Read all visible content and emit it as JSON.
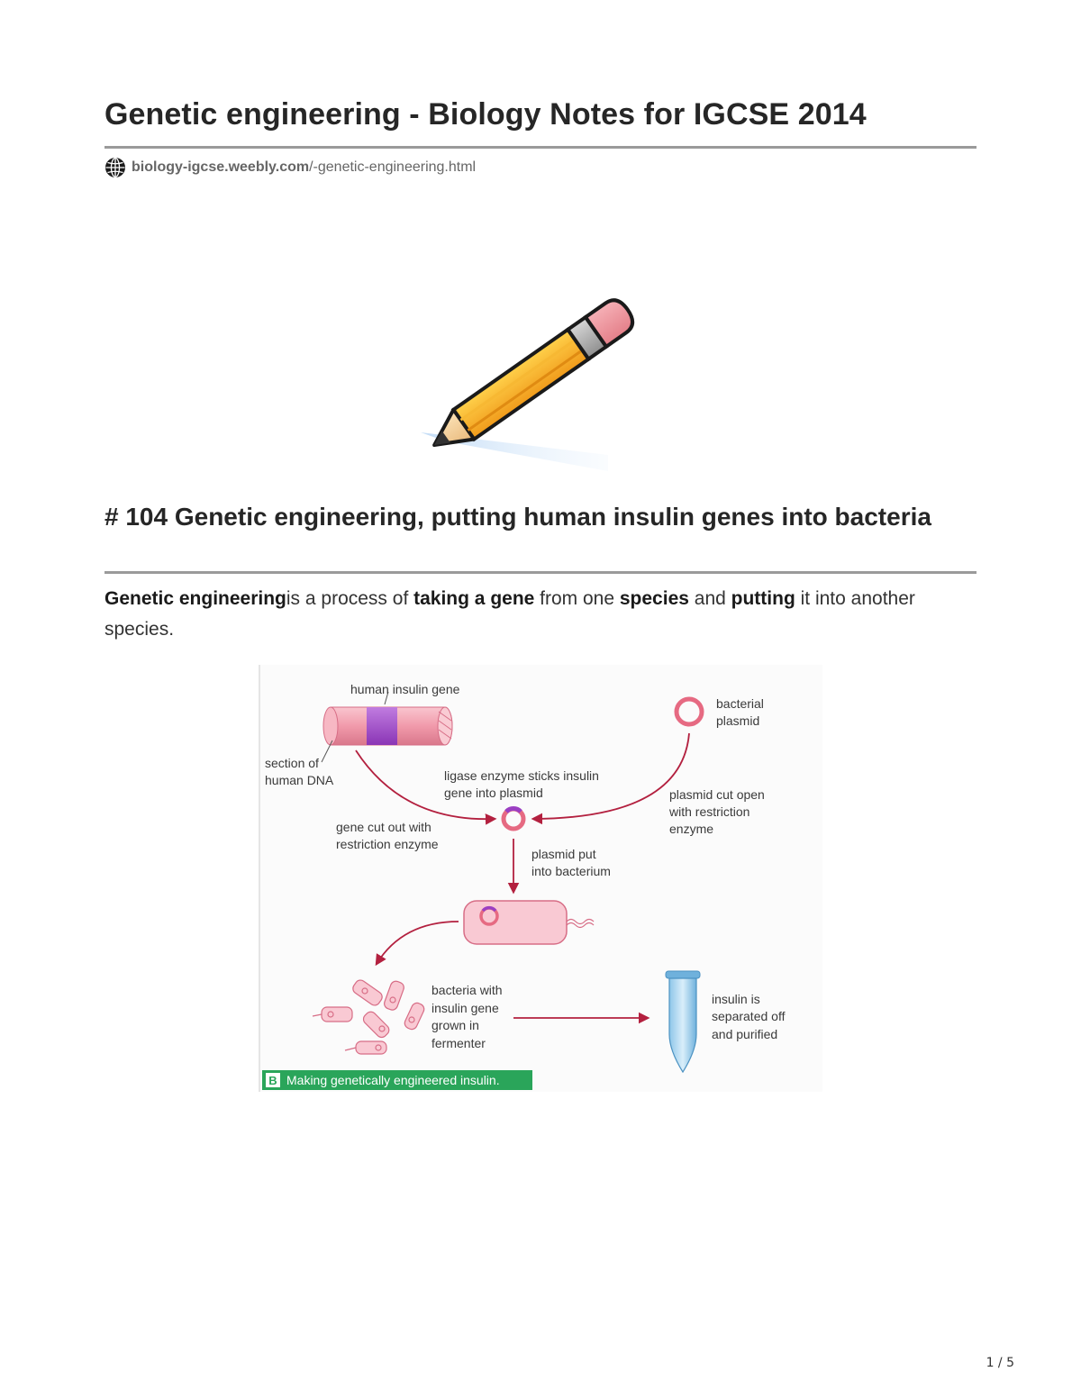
{
  "title": "Genetic engineering - Biology Notes for IGCSE 2014",
  "source": {
    "icon": "globe-icon",
    "domain": "biology-igcse.weebly.com",
    "path": "/-genetic-engineering.html"
  },
  "section": {
    "heading": "# 104 Genetic engineering, putting human insulin genes into bacteria"
  },
  "paragraph": {
    "parts": [
      {
        "text": "Genetic engineering",
        "bold": true
      },
      {
        "text": "is a process of ",
        "bold": false
      },
      {
        "text": "taking a gene",
        "bold": true
      },
      {
        "text": " from one ",
        "bold": false
      },
      {
        "text": "species",
        "bold": true
      },
      {
        "text": " and ",
        "bold": false
      },
      {
        "text": "putting",
        "bold": true
      },
      {
        "text": " it into another species.",
        "bold": false
      }
    ]
  },
  "figure": {
    "labels": {
      "human_insulin_gene": "human insulin gene",
      "section_of_dna_1": "section of",
      "section_of_dna_2": "human DNA",
      "bacterial_plasmid_1": "bacterial",
      "bacterial_plasmid_2": "plasmid",
      "ligase_1": "ligase enzyme sticks insulin",
      "ligase_2": "gene into plasmid",
      "plasmid_cut_1": "plasmid cut open",
      "plasmid_cut_2": "with restriction",
      "plasmid_cut_3": "enzyme",
      "gene_cut_1": "gene cut out with",
      "gene_cut_2": "restriction enzyme",
      "plasmid_put_1": "plasmid put",
      "plasmid_put_2": "into bacterium",
      "bacteria_with_1": "bacteria with",
      "bacteria_with_2": "insulin gene",
      "bacteria_with_3": "grown in",
      "bacteria_with_4": "fermenter",
      "insulin_sep_1": "insulin is",
      "insulin_sep_2": "separated off",
      "insulin_sep_3": "and purified"
    },
    "caption_letter": "B",
    "caption_text": "Making genetically engineered insulin."
  },
  "page_number": "1 / 5",
  "colors": {
    "rule": "#9a9a9a",
    "arrow": "#b3203f",
    "caption_bg": "#2aa55a",
    "dna": "#f4a3b3",
    "gene": "#a24bc9"
  }
}
